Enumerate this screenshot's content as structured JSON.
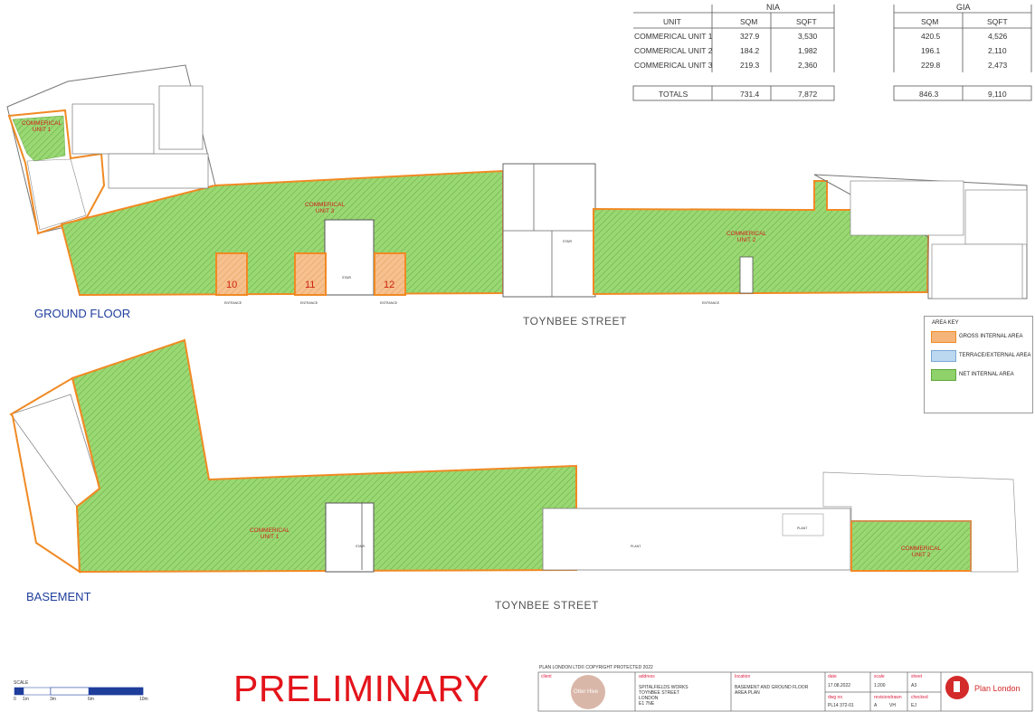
{
  "area_table": {
    "nia_header": "NIA",
    "gia_header": "GIA",
    "col_unit": "UNIT",
    "col_sqm": "SQM",
    "col_sqft": "SQFT",
    "gia_col_sqm": "SQM",
    "gia_col_sqft": "SQFT",
    "rows": [
      {
        "unit": "COMMERICAL UNIT 1",
        "nia_sqm": "327.9",
        "nia_sqft": "3,530",
        "gia_sqm": "420.5",
        "gia_sqft": "4,526"
      },
      {
        "unit": "COMMERICAL UNIT 2",
        "nia_sqm": "184.2",
        "nia_sqft": "1,982",
        "gia_sqm": "196.1",
        "gia_sqft": "2,110"
      },
      {
        "unit": "COMMERICAL UNIT 3",
        "nia_sqm": "219.3",
        "nia_sqft": "2,360",
        "gia_sqm": "229.8",
        "gia_sqft": "2,473"
      }
    ],
    "totals_label": "TOTALS",
    "totals_nia_sqm": "731.4",
    "totals_nia_sqft": "7,872",
    "totals_gia_sqm": "846.3",
    "totals_gia_sqft": "9,110"
  },
  "area_key": {
    "title": "AREA KEY",
    "items": [
      {
        "label": "GROSS INTERNAL AREA",
        "color": "#f5b57a"
      },
      {
        "label": "TERRACE/EXTERNAL AREA",
        "color": "#bcd7f0"
      },
      {
        "label": "NET INTERNAL AREA",
        "color": "#8fd16a"
      }
    ]
  },
  "plans": {
    "ground_floor_label": "GROUND FLOOR",
    "basement_label": "BASEMENT",
    "street_top": "TOYNBEE STREET",
    "street_bottom": "TOYNBEE STREET",
    "unit1_gf": "COMMERICAL\nUNIT 1",
    "unit3_gf": "COMMERICAL\nUNIT 3",
    "unit2_gf": "COMMERICAL\nUNIT 2",
    "unit1_b": "COMMERICAL\nUNIT 1",
    "unit2_b": "COMMERICAL\nUNIT 2",
    "box_10": "10",
    "box_11": "11",
    "box_12": "12",
    "entrance": "ENTRANCE",
    "stair": "STAIR",
    "plant": "PLANT"
  },
  "scale": {
    "title": "SCALE",
    "ticks": [
      "0",
      "1m",
      "3m",
      "6m",
      "10m"
    ]
  },
  "preliminary": "PRELIMINARY",
  "title_block": {
    "copyright": "PLAN LONDON LTD© COPYRIGHT PROTECTED 2022",
    "client_label": "client",
    "address_label": "address",
    "address_lines": [
      "SPITALFIELDS WORKS",
      "TOYNBEE STREET",
      "LONDON",
      "E1 7NE"
    ],
    "location_label": "location",
    "location_lines": [
      "BASEMENT AND GROUND FLOOR",
      "AREA PLAN"
    ],
    "date_label": "date",
    "date": "17.08.2022",
    "scale_label": "scale",
    "scale": "1:200",
    "sheet_label": "sheet",
    "sheet": "A3",
    "dwgno_label": "dwg no",
    "dwgno": "PL14 372-01",
    "revision_label": "revision",
    "revision": "A",
    "drawn_label": "drawn",
    "drawn": "VH",
    "checked_label": "checked",
    "checked": "EJ",
    "logo_text": "Plan London",
    "client_logo_text": "Otter Hive"
  },
  "colors": {
    "nia_green": "#8fd16a",
    "gia_orange": "#f08a24",
    "label_blue": "#1f3e9c",
    "prelim_red": "#e3141b"
  }
}
